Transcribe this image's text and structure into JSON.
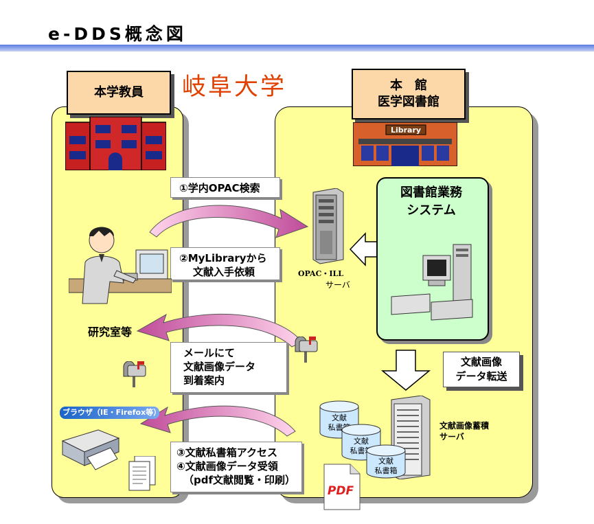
{
  "title": "e-DDS概念図",
  "university": "岐阜大学",
  "left": {
    "header": "本学教員",
    "room_label": "研究室等",
    "browser_label": "ブラウザ（IE・Firefox等）"
  },
  "right": {
    "header_line1": "本　館",
    "header_line2": "医学図書館",
    "library_sign": "Library",
    "system_line1": "図書館業務",
    "system_line2": "システム",
    "server_line1": "OPAC・ILL",
    "server_line2": "サーバ",
    "transfer_line1": "文献画像",
    "transfer_line2": "データ転送",
    "storage_line1": "文献画像蓄積",
    "storage_line2": "サーバ",
    "box_line1": "文献",
    "box_line2": "私書箱"
  },
  "steps": {
    "s1": "①学内OPAC検索",
    "s2_line1": "②MyLibraryから",
    "s2_line2": "文献入手依頼",
    "mail_line1": "メールにて",
    "mail_line2": "文献画像データ",
    "mail_line3": "到着案内",
    "s3": "③文献私書箱アクセス",
    "s4": "④文献画像データ受領",
    "s4_note": "（pdf文献閲覧・印刷）"
  },
  "pdf_label": "PDF"
}
